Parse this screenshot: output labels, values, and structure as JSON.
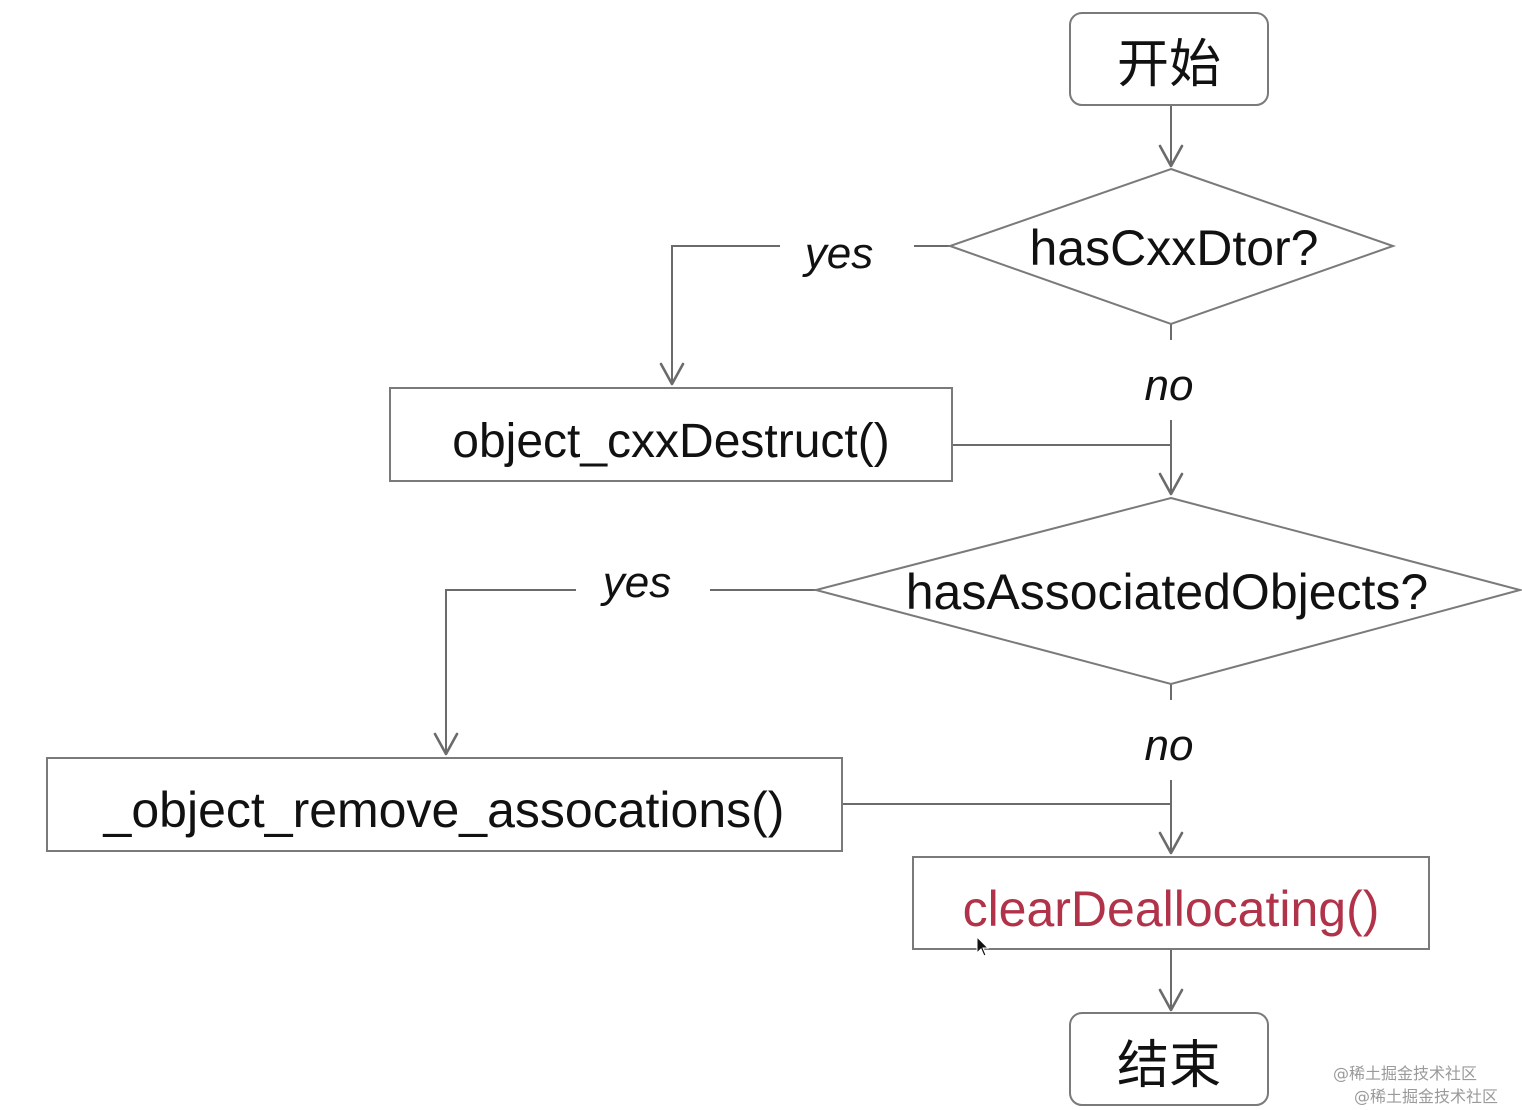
{
  "colors": {
    "line": "#6b6b6b",
    "box_border": "#7a7a7a",
    "text": "#111111",
    "highlight_text": "#b0334a",
    "watermark": "#9a9a9a"
  },
  "nodes": {
    "start": "开始",
    "decision_cxx": "hasCxxDtor?",
    "action_cxx": "object_cxxDestruct()",
    "decision_assoc": "hasAssociatedObjects?",
    "action_assoc": "_object_remove_assocations()",
    "action_clear": "clearDeallocating()",
    "end": "结束"
  },
  "edge_labels": {
    "cxx_yes": "yes",
    "cxx_no": "no",
    "assoc_yes": "yes",
    "assoc_no": "no"
  },
  "watermark": {
    "line1": "@稀土掘金技术社区",
    "line2": "@稀土掘金技术社区"
  },
  "icons": {
    "cursor": "mouse-pointer-icon"
  }
}
